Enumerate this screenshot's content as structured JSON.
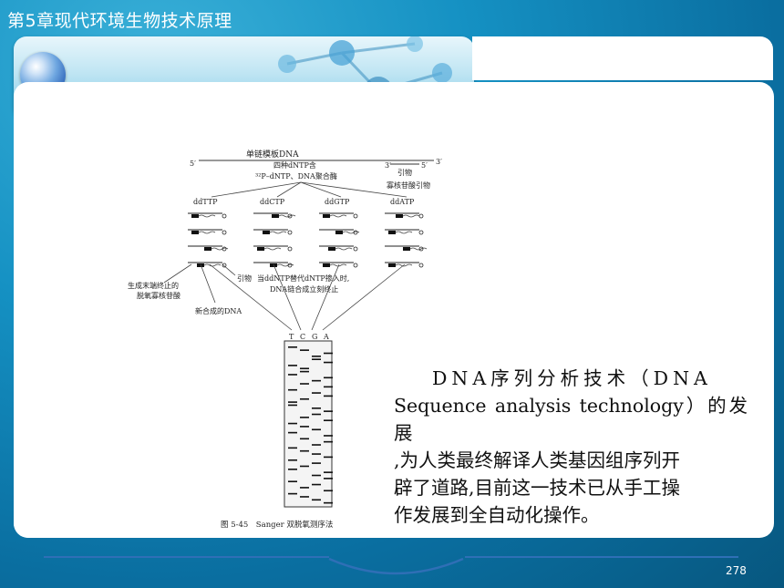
{
  "slide": {
    "title": "第5章现代环境生物技术原理",
    "page_number": "278"
  },
  "figure": {
    "template_label": "单链模板DNA",
    "five_prime_left": "5′",
    "three_prime_right": "3′",
    "primer_three": "3′",
    "primer_five": "5′",
    "reagents_line1": "四种dNTP含",
    "reagents_line2": "³²P–dNTP、DNA聚合酶",
    "primer_label": "引物",
    "ddnucleotide_primer_label": "寡核苷酸引物",
    "lanes": [
      "ddTTP",
      "ddCTP",
      "ddGTP",
      "ddATP"
    ],
    "annotation_left_line1": "生成末端终止的",
    "annotation_left_line2": "脱氧寡核苷酸",
    "annotation_new_dna": "新合成的DNA",
    "annotation_primer": "引物",
    "annotation_stop_line1": "当ddNTP替代dNTP掺入时,",
    "annotation_stop_line2": "DNA链合成立刻终止",
    "gel_lanes": [
      "T",
      "C",
      "G",
      "A"
    ],
    "caption": "图 5-45　Sanger 双脱氧测序法"
  },
  "text": {
    "line1": "DNA序列分析技术（DNA",
    "line2": "Sequence analysis technology）的发展",
    "line3": ",为人类最终解译人类基因组序列开",
    "line4": "辟了道路,目前这一技术已从手工操",
    "line5": "作发展到全自动化操作。"
  },
  "colors": {
    "background": "#1591c3",
    "accent": "#2f6fb6",
    "panel": "#ffffff"
  }
}
